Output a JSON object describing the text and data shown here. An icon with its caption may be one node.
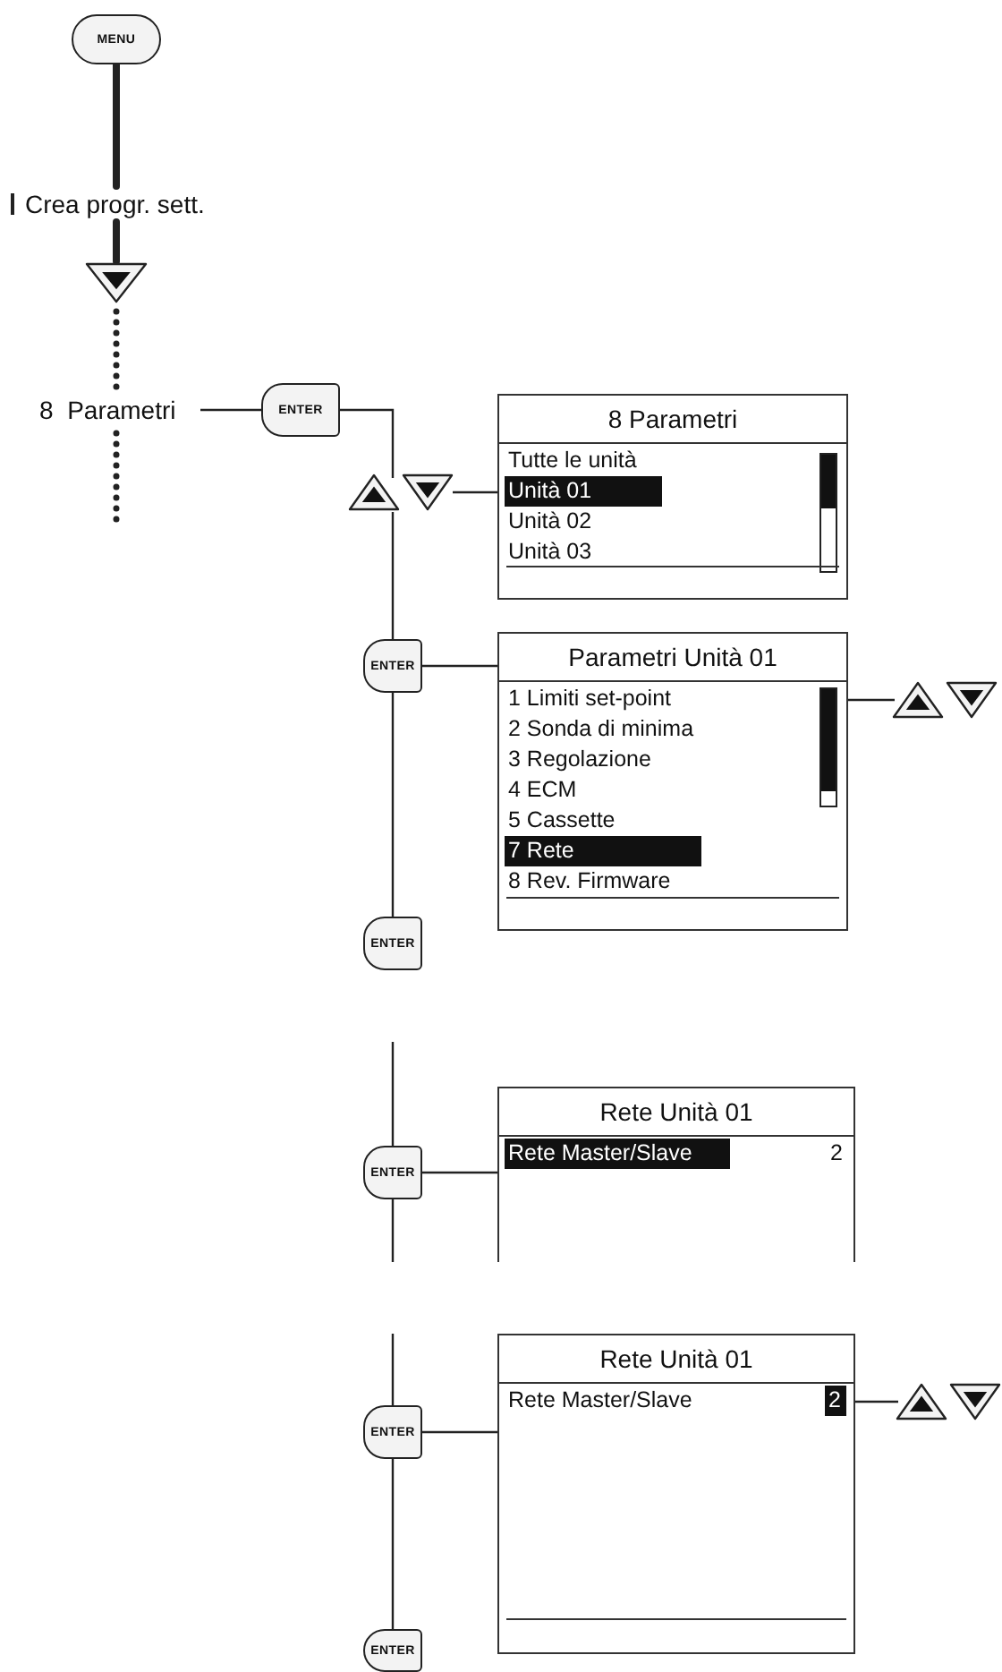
{
  "diagram": {
    "nodes": [
      {
        "text": [
          "MENU"
        ]
      },
      {
        "text": [
          "Crea progr. sett."
        ]
      },
      {
        "text": [],
        "shape": "button"
      },
      {
        "text": [
          "8  Parametri"
        ]
      },
      {
        "text": [
          "ENTER"
        ]
      },
      {
        "text": [],
        "shape": "button"
      },
      {
        "text": [],
        "shape": "button"
      },
      {
        "text": [
          "8 Parametri",
          "Tutte le unità",
          "Unità 01",
          "Unità 02",
          "Unità 03"
        ]
      },
      {
        "text": [
          "ENTER"
        ]
      },
      {
        "text": [
          "Parametri Unità 01",
          "1 Limiti set-point",
          "2 Sonda di minima",
          "3 Regolazione",
          "4 ECM",
          "5 Cassette",
          "7 Rete",
          "8 Rev. Firmware"
        ]
      },
      {
        "text": [],
        "shape": "button"
      },
      {
        "text": [],
        "shape": "button"
      },
      {
        "text": [
          "ENTER"
        ]
      },
      {
        "text": [
          "ENTER"
        ]
      },
      {
        "text": [
          "Rete Unità 01",
          "Rete Master/Slave",
          "2"
        ]
      },
      {
        "text": [
          "ENTER"
        ]
      },
      {
        "text": [
          "Rete Unità 01",
          "Rete Master/Slave",
          "2"
        ]
      },
      {
        "text": [],
        "shape": "button"
      },
      {
        "text": [],
        "shape": "button"
      },
      {
        "text": [
          "ENTER"
        ]
      }
    ],
    "edges": [
      {
        "from": 0,
        "to": 1,
        "arrow": "none",
        "style": "thick"
      },
      {
        "from": 1,
        "to": 2,
        "arrow": "none",
        "style": "thick"
      },
      {
        "from": 2,
        "to": 3,
        "arrow": "none",
        "style": "dashed"
      },
      {
        "from": 3,
        "to": null,
        "arrow": "none",
        "style": "dashed"
      },
      {
        "from": 3,
        "to": 4,
        "arrow": "none"
      },
      {
        "from": 4,
        "to": 5,
        "arrow": "none"
      },
      {
        "from": 6,
        "to": 7,
        "arrow": "none"
      },
      {
        "from": 5,
        "to": 8,
        "arrow": "none"
      },
      {
        "from": 8,
        "to": 9,
        "arrow": "none"
      },
      {
        "from": 8,
        "to": 12,
        "arrow": "none"
      },
      {
        "from": 9,
        "to": 10,
        "arrow": "none"
      },
      {
        "from": null,
        "to": 13,
        "arrow": "none"
      },
      {
        "from": 13,
        "to": 14,
        "arrow": "none"
      },
      {
        "from": 13,
        "to": null,
        "arrow": "none"
      },
      {
        "from": null,
        "to": 15,
        "arrow": "none"
      },
      {
        "from": 15,
        "to": 16,
        "arrow": "none"
      },
      {
        "from": 15,
        "to": 19,
        "arrow": "none"
      },
      {
        "from": 16,
        "to": 17,
        "arrow": "none"
      }
    ]
  }
}
